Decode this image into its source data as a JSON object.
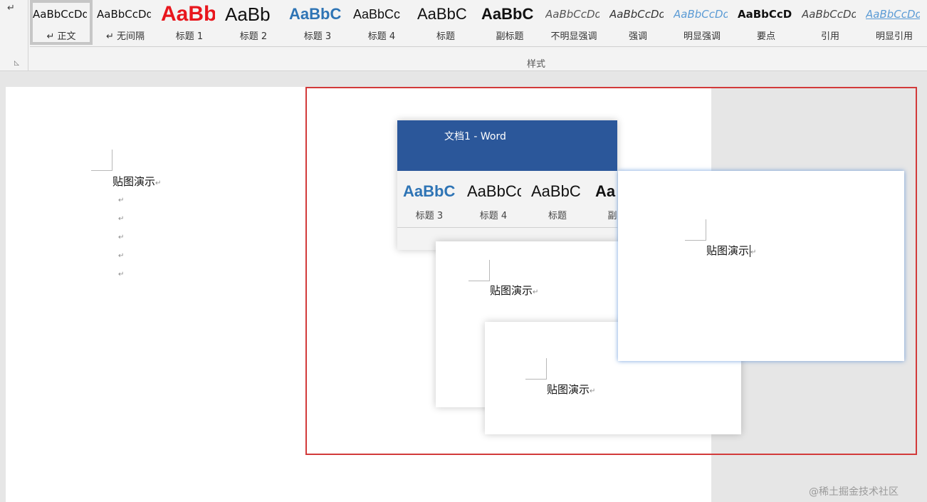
{
  "ribbon": {
    "group_label": "样式",
    "styles": [
      {
        "sample": "AaBbCcDd",
        "label": "↵ 正文",
        "font": "DejaVu Sans",
        "size": 15,
        "color": "#111111",
        "weight": "normal",
        "italic": false,
        "underline": false,
        "selected": true
      },
      {
        "sample": "AaBbCcDd",
        "label": "↵ 无间隔",
        "font": "DejaVu Sans",
        "size": 15,
        "color": "#111111",
        "weight": "normal",
        "italic": false,
        "underline": false,
        "selected": false
      },
      {
        "sample": "AaBb",
        "label": "标题 1",
        "font": "Liberation Sans",
        "size": 30,
        "color": "#e8161d",
        "weight": "bold",
        "italic": false,
        "underline": false,
        "selected": false
      },
      {
        "sample": "AaBb",
        "label": "标题 2",
        "font": "Liberation Sans",
        "size": 26,
        "color": "#111111",
        "weight": "normal",
        "italic": false,
        "underline": false,
        "selected": false
      },
      {
        "sample": "AaBbC",
        "label": "标题 3",
        "font": "Liberation Sans",
        "size": 22,
        "color": "#2e74b5",
        "weight": "bold",
        "italic": false,
        "underline": false,
        "selected": false
      },
      {
        "sample": "AaBbCc",
        "label": "标题 4",
        "font": "Liberation Sans",
        "size": 18,
        "color": "#111111",
        "weight": "normal",
        "italic": false,
        "underline": false,
        "selected": false
      },
      {
        "sample": "AaBbC",
        "label": "标题",
        "font": "Liberation Sans",
        "size": 22,
        "color": "#111111",
        "weight": "normal",
        "italic": false,
        "underline": false,
        "selected": false
      },
      {
        "sample": "AaBbC",
        "label": "副标题",
        "font": "Liberation Sans",
        "size": 22,
        "color": "#111111",
        "weight": "bold",
        "italic": false,
        "underline": false,
        "selected": false
      },
      {
        "sample": "AaBbCcDd",
        "label": "不明显强调",
        "font": "DejaVu Sans",
        "size": 15,
        "color": "#555555",
        "weight": "normal",
        "italic": true,
        "underline": false,
        "selected": false
      },
      {
        "sample": "AaBbCcDd",
        "label": "强调",
        "font": "DejaVu Sans",
        "size": 15,
        "color": "#333333",
        "weight": "normal",
        "italic": true,
        "underline": false,
        "selected": false
      },
      {
        "sample": "AaBbCcDd",
        "label": "明显强调",
        "font": "DejaVu Sans",
        "size": 15,
        "color": "#5b9bd5",
        "weight": "normal",
        "italic": true,
        "underline": false,
        "selected": false
      },
      {
        "sample": "AaBbCcD",
        "label": "要点",
        "font": "DejaVu Sans",
        "size": 15,
        "color": "#111111",
        "weight": "bold",
        "italic": false,
        "underline": false,
        "selected": false
      },
      {
        "sample": "AaBbCcDd",
        "label": "引用",
        "font": "DejaVu Sans",
        "size": 15,
        "color": "#444444",
        "weight": "normal",
        "italic": true,
        "underline": false,
        "selected": false
      },
      {
        "sample": "AaBbCcDd",
        "label": "明显引用",
        "font": "DejaVu Sans",
        "size": 15,
        "color": "#5b9bd5",
        "weight": "normal",
        "italic": true,
        "underline": true,
        "selected": false
      }
    ]
  },
  "document": {
    "paragraph_text": "贴图演示",
    "empty_paragraphs": [
      "↵",
      "↵",
      "↵",
      "↵",
      "↵"
    ]
  },
  "floats": {
    "word_window": {
      "title": "文档1 - Word",
      "styles": [
        {
          "sample": "AaBbC",
          "label": "标题 3",
          "color": "#2e74b5",
          "weight": "bold"
        },
        {
          "sample": "AaBbCc",
          "label": "标题 4",
          "color": "#111111",
          "weight": "normal"
        },
        {
          "sample": "AaBbC",
          "label": "标题",
          "color": "#111111",
          "weight": "normal"
        },
        {
          "sample": "Aa",
          "label": "副标题",
          "color": "#111111",
          "weight": "bold"
        }
      ]
    },
    "pastes": [
      {
        "text": "贴图演示"
      },
      {
        "text": "贴图演示"
      },
      {
        "text": "贴图演示"
      }
    ]
  },
  "colors": {
    "selection_border": "#d23a3a",
    "title_bar": "#2b579a",
    "focus_glow": "#4682d2"
  },
  "watermark": "@稀土掘金技术社区"
}
